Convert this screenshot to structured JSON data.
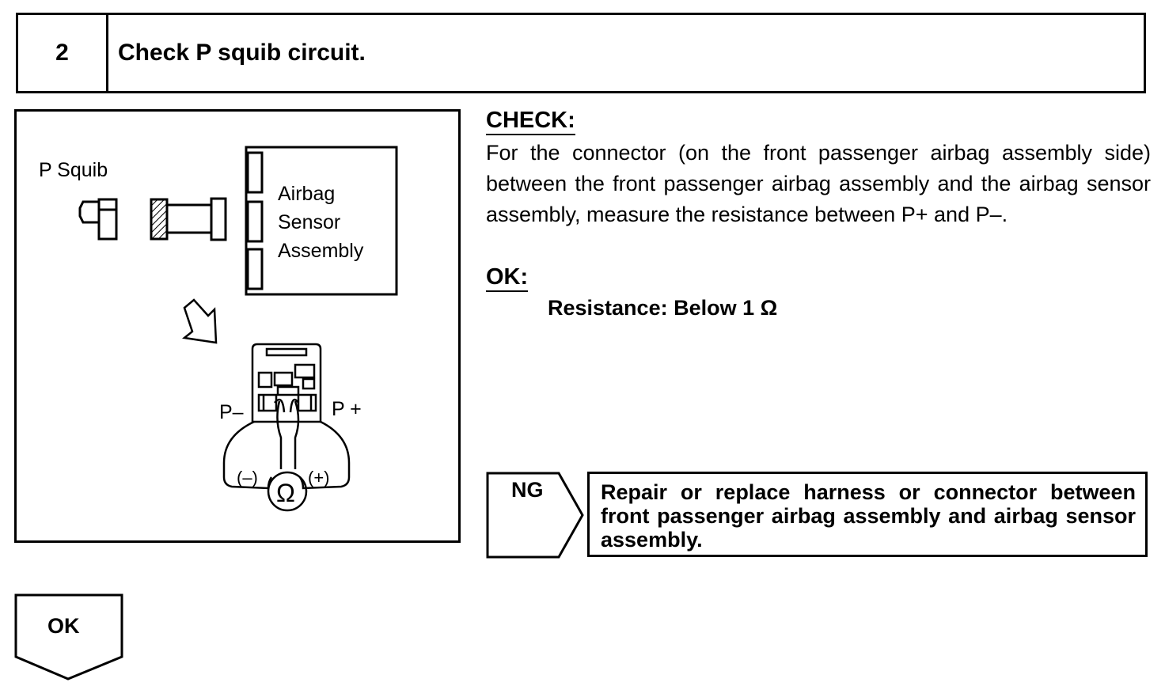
{
  "step": {
    "number": "2",
    "title": "Check P squib circuit."
  },
  "figure": {
    "p_squib_label": "P Squib",
    "sensor_label_lines": [
      "Airbag",
      "Sensor",
      "Assembly"
    ],
    "terminal_minus": "P–",
    "terminal_plus": "P +",
    "meter_minus": "(–)",
    "meter_plus": "(+)",
    "meter_symbol": "Ω"
  },
  "check": {
    "heading": "CHECK:",
    "body": "For the connector (on the front passenger airbag assembly side) between the front passenger airbag assembly and the airbag sensor assembly, measure the resistance between P+ and P–."
  },
  "ok": {
    "heading": "OK:",
    "spec": "Resistance: Below 1 Ω"
  },
  "ng_result": {
    "label": "NG",
    "action": "Repair or replace harness or connector between front passenger airbag assembly and airbag sensor assembly."
  },
  "ok_result": {
    "label": "OK"
  }
}
